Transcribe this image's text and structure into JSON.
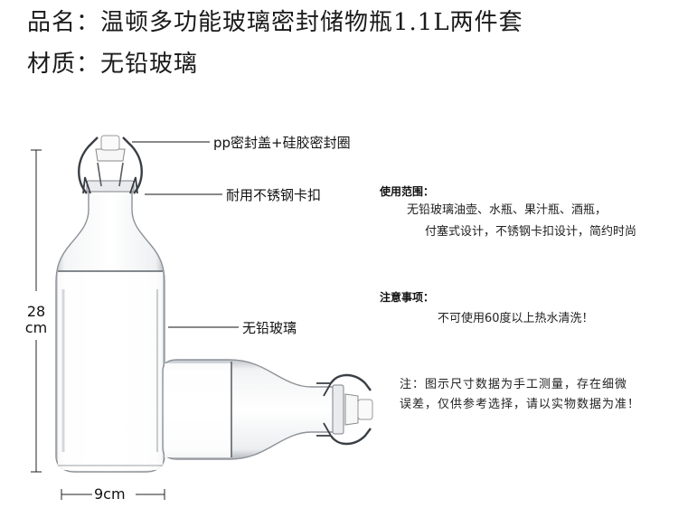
{
  "header": {
    "title": "品名：温顿多功能玻璃密封储物瓶1.1L两件套",
    "material": "材质：无铅玻璃"
  },
  "callouts": {
    "lid": "pp密封盖+硅胶密封圈",
    "clasp": "耐用不锈钢卡扣",
    "glass": "无铅玻璃"
  },
  "usage": {
    "title": "使用范围：",
    "line1": "无铅玻璃油壶、水瓶、果汁瓶、酒瓶，",
    "line2": "付塞式设计，不锈钢卡扣设计，简约时尚"
  },
  "caution": {
    "title": "注意事项：",
    "line1": "不可使用60度以上热水清洗！"
  },
  "note": {
    "line1": "注：图示尺寸数据为手工测量，存在细微",
    "line2": "误差，仅供参考选择，请以实物数据为准！"
  },
  "dimensions": {
    "height_value": "28",
    "height_unit": "cm",
    "width": "9cm"
  }
}
